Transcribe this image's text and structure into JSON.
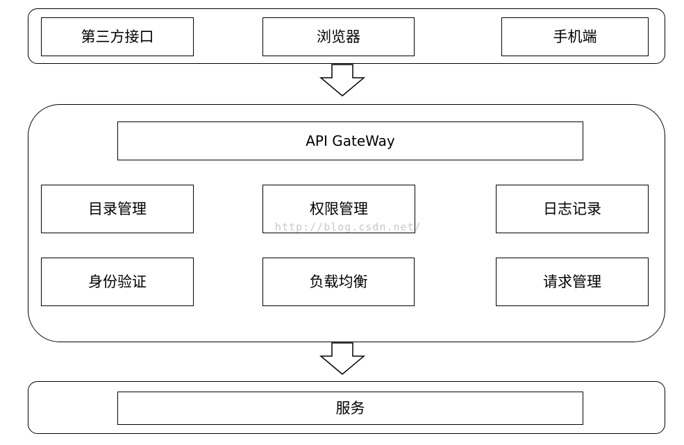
{
  "clients": {
    "items": [
      {
        "key": "third-party-api",
        "label": "第三方接口"
      },
      {
        "key": "browser",
        "label": "浏览器"
      },
      {
        "key": "mobile",
        "label": "手机端"
      }
    ]
  },
  "gateway": {
    "title": "API GateWay",
    "modules": [
      {
        "key": "directory-management",
        "label": "目录管理"
      },
      {
        "key": "permission-management",
        "label": "权限管理"
      },
      {
        "key": "logging",
        "label": "日志记录"
      },
      {
        "key": "authentication",
        "label": "身份验证"
      },
      {
        "key": "load-balancing",
        "label": "负载均衡"
      },
      {
        "key": "request-management",
        "label": "请求管理"
      }
    ]
  },
  "services": {
    "label": "服务"
  },
  "watermark": "http://blog.csdn.net/"
}
